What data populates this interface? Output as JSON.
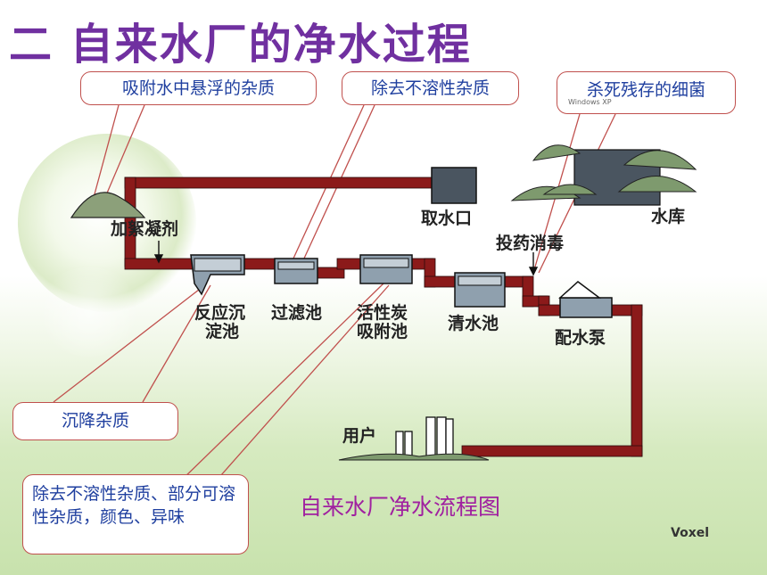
{
  "title": "二 自来水厂的净水过程",
  "callouts": {
    "adsorb": "吸附水中悬浮的杂质",
    "remove_insoluble": "除去不溶性杂质",
    "kill_bacteria": "杀死残存的细菌",
    "settle": "沉降杂质",
    "activated_carbon": "除去不溶性杂质、部分可溶性杂质，颜色、异味"
  },
  "watermark": "Windows XP",
  "diagram_labels": {
    "intake": "取水口",
    "reservoir": "水库",
    "coagulant": "加絮凝剂",
    "disinfect": "投药消毒",
    "reaction_tank_1": "反应沉",
    "reaction_tank_2": "淀池",
    "filter_tank": "过滤池",
    "carbon_tank_1": "活性炭",
    "carbon_tank_2": "吸附池",
    "clear_tank": "清水池",
    "pump": "配水泵",
    "users": "用户"
  },
  "caption": "自来水厂净水流程图",
  "brand": "Voxel",
  "colors": {
    "pipe": "#8b1a1a",
    "title": "#7030a0",
    "callout_border": "#c0504d",
    "callout_text": "#1f3f9f"
  }
}
